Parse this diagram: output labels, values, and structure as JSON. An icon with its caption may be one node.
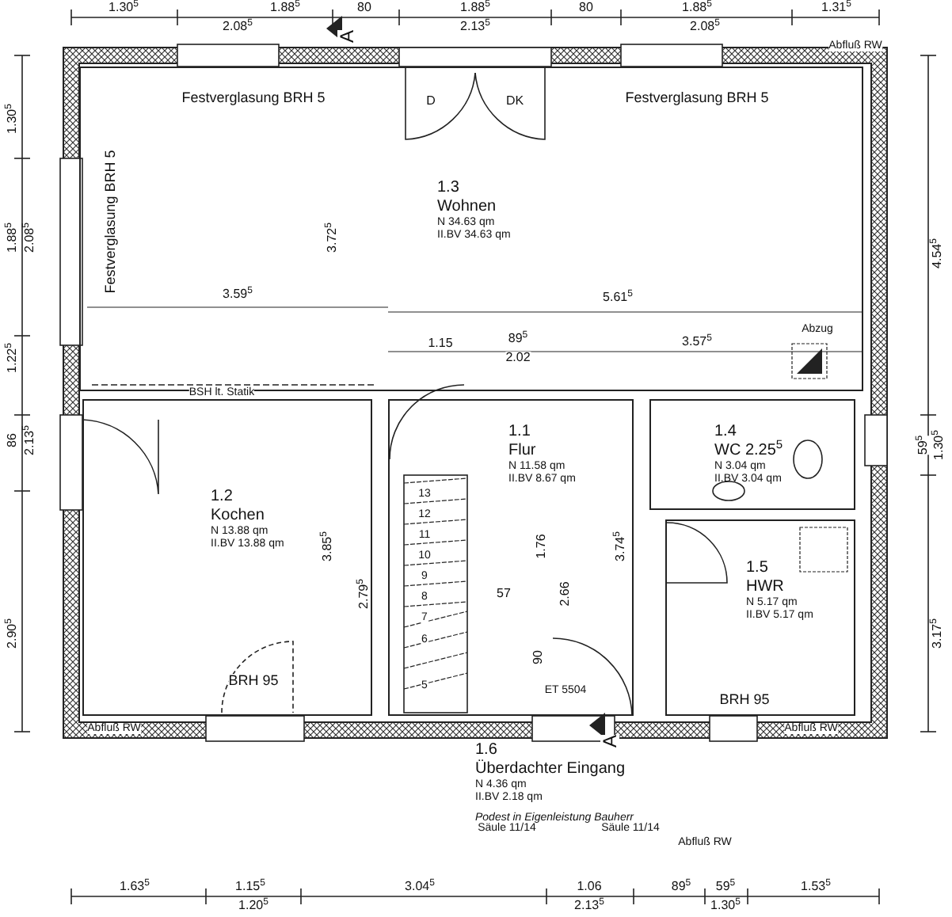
{
  "diagram": {
    "nodes": [
      {
        "text": [
          "1.3",
          "Wohnen",
          "N 34.63 qm",
          "II.BV 34.63 qm"
        ]
      },
      {
        "text": [
          "1.1",
          "Flur",
          "N 11.58 qm",
          "II.BV 8.67 qm"
        ]
      },
      {
        "text": [
          "1.4",
          "WC 2.25$^{5}$",
          "N 3.04 qm",
          "II.BV 3.04 qm"
        ]
      },
      {
        "text": [
          "1.2",
          "Kochen",
          "N 13.88 qm",
          "II.BV 13.88 qm"
        ]
      },
      {
        "text": [
          "1.5",
          "HWR",
          "N 5.17 qm",
          "II.BV 5.17 qm"
        ]
      },
      {
        "text": [
          "1.6",
          "Überdachter Eingang",
          "N 4.36 qm",
          "II.BV 2.18 qm",
          "Podest in Eigenleistung Bauherr"
        ]
      }
    ],
    "labels": [
      "1.30$^{5}$",
      "1.88$^{5}$",
      "80",
      "1.88$^{5}$",
      "80",
      "1.88$^{5}$",
      "1.31$^{5}$",
      "2.08$^{5}$",
      "2.13$^{5}$",
      "2.08$^{5}$",
      "A",
      "Abfluß RW",
      "Festverglasung BRH 5",
      "D",
      "DK",
      "Festverglasung BRH 5",
      "1.30$^{5}$",
      "Festverglasung BRH 5",
      "1.88$^{5}$",
      "2.08$^{5}$",
      "3.72$^{5}$",
      "4.54$^{5}$",
      "3.59$^{5}$",
      "5.61$^{5}$",
      "1.15",
      "89$^{5}$",
      "2.02",
      "3.57$^{5}$",
      "Abzug",
      "1.22$^{5}$",
      "BSH lt. Statik",
      "86",
      "2.13$^{5}$",
      "59$^{5}$",
      "1.30$^{5}$",
      "13",
      "12",
      "11",
      "10",
      "9",
      "8",
      "7",
      "6",
      "5",
      "3.85$^{5}$",
      "1.76",
      "3.74$^{5}$",
      "2.79$^{5}$",
      "57",
      "2.66",
      "2.90$^{5}$",
      "3.17$^{5}$",
      "90",
      "BRH 95",
      "ET 5504",
      "BRH 95",
      "Abfluß RW",
      "Abfluß RW",
      "A",
      "Säule 11/14",
      "Säule 11/14",
      "Abfluß RW",
      "1.63$^{5}$",
      "1.15$^{5}$",
      "3.04$^{5}$",
      "1.06",
      "89$^{5}$",
      "59$^{5}$",
      "1.53$^{5}$",
      "1.20$^{5}$",
      "2.13$^{5}$",
      "1.30$^{5}$"
    ]
  }
}
